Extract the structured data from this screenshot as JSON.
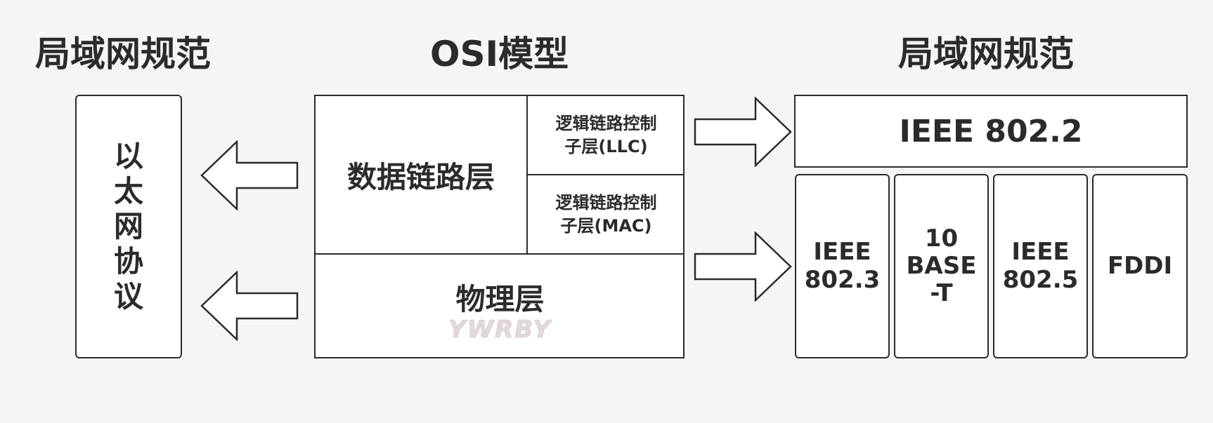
{
  "titles": {
    "left": "局域网规范",
    "center": "OSI模型",
    "right": "局域网规范"
  },
  "ethernet_protocol": [
    "以",
    "太",
    "网",
    "协",
    "议"
  ],
  "osi": {
    "data_link_layer": "数据链路层",
    "llc_line1": "逻辑链路控制",
    "llc_line2": "子层(LLC)",
    "mac_line1": "逻辑链路控制",
    "mac_line2": "子层(MAC)",
    "physical_layer": "物理层",
    "watermark": "YWRBY"
  },
  "standards": {
    "top": "IEEE 802.2",
    "boxes": [
      [
        "IEEE",
        "802.3"
      ],
      [
        "10",
        "BASE",
        "-T"
      ],
      [
        "IEEE",
        "802.5"
      ],
      [
        "FDDI"
      ]
    ]
  },
  "icons": [
    "arrow-left-icon",
    "arrow-right-icon"
  ]
}
